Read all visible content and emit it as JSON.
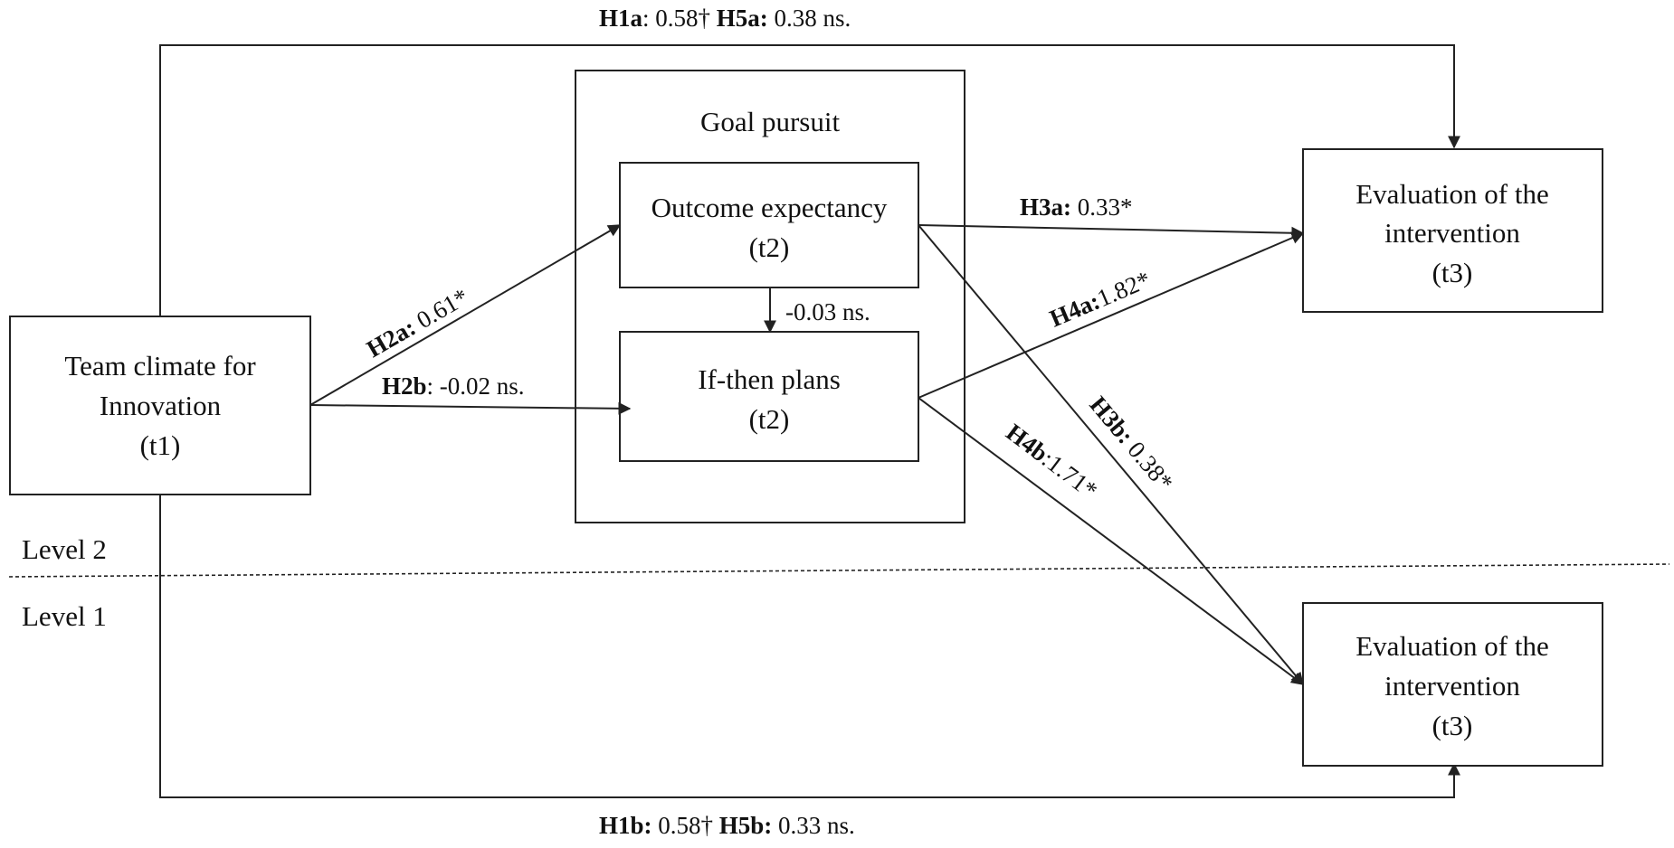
{
  "nodes": {
    "team_climate": {
      "lines": [
        "Team climate for",
        "Innovation",
        "(t1)"
      ]
    },
    "goal_pursuit": {
      "title": "Goal pursuit"
    },
    "outcome_expectancy": {
      "lines": [
        "Outcome expectancy",
        "(t2)"
      ]
    },
    "if_then_plans": {
      "lines": [
        "If-then plans",
        "(t2)"
      ]
    },
    "evaluation_level2": {
      "lines": [
        "Evaluation of the",
        "intervention",
        "(t3)"
      ]
    },
    "evaluation_level1": {
      "lines": [
        "Evaluation of the",
        "intervention",
        "(t3)"
      ]
    }
  },
  "levels": {
    "upper": "Level 2",
    "lower": "Level 1"
  },
  "edges": {
    "h1a_h5a": {
      "code1": "H1a",
      "rest1": ": 0.58† ",
      "code2": "H5a:",
      "rest2": " 0.38 ns."
    },
    "h1b_h5b": {
      "code1": "H1b:",
      "rest1": " 0.58† ",
      "code2": "H5b:",
      "rest2": " 0.33 ns."
    },
    "h2a": {
      "code": "H2a:",
      "value": " 0.61*"
    },
    "h2b": {
      "code": "H2b",
      "value": ": -0.02 ns."
    },
    "oe_to_itp": {
      "value": "-0.03 ns."
    },
    "h3a": {
      "code": "H3a:",
      "value": " 0.33*"
    },
    "h4a": {
      "code": "H4a:",
      "value": "1.82*"
    },
    "h3b": {
      "code": "H3b:",
      "value": " 0.38*"
    },
    "h4b": {
      "code": "H4b",
      "value": ":1.71*"
    }
  }
}
